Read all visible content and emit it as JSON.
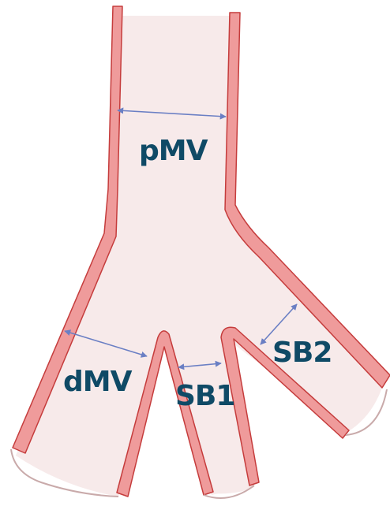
{
  "labels": {
    "proximal_main_vessel": "pMV",
    "distal_main_vessel": "dMV",
    "side_branch_1": "SB1",
    "side_branch_2": "SB2"
  },
  "colors": {
    "vessel_fill": "#f7eaea",
    "wall_fill": "#ef9b9b",
    "wall_stroke": "#c53c3c",
    "end_cap": "#c9aaaa",
    "arrow": "#6a7fc4",
    "label": "#0f4a66"
  }
}
